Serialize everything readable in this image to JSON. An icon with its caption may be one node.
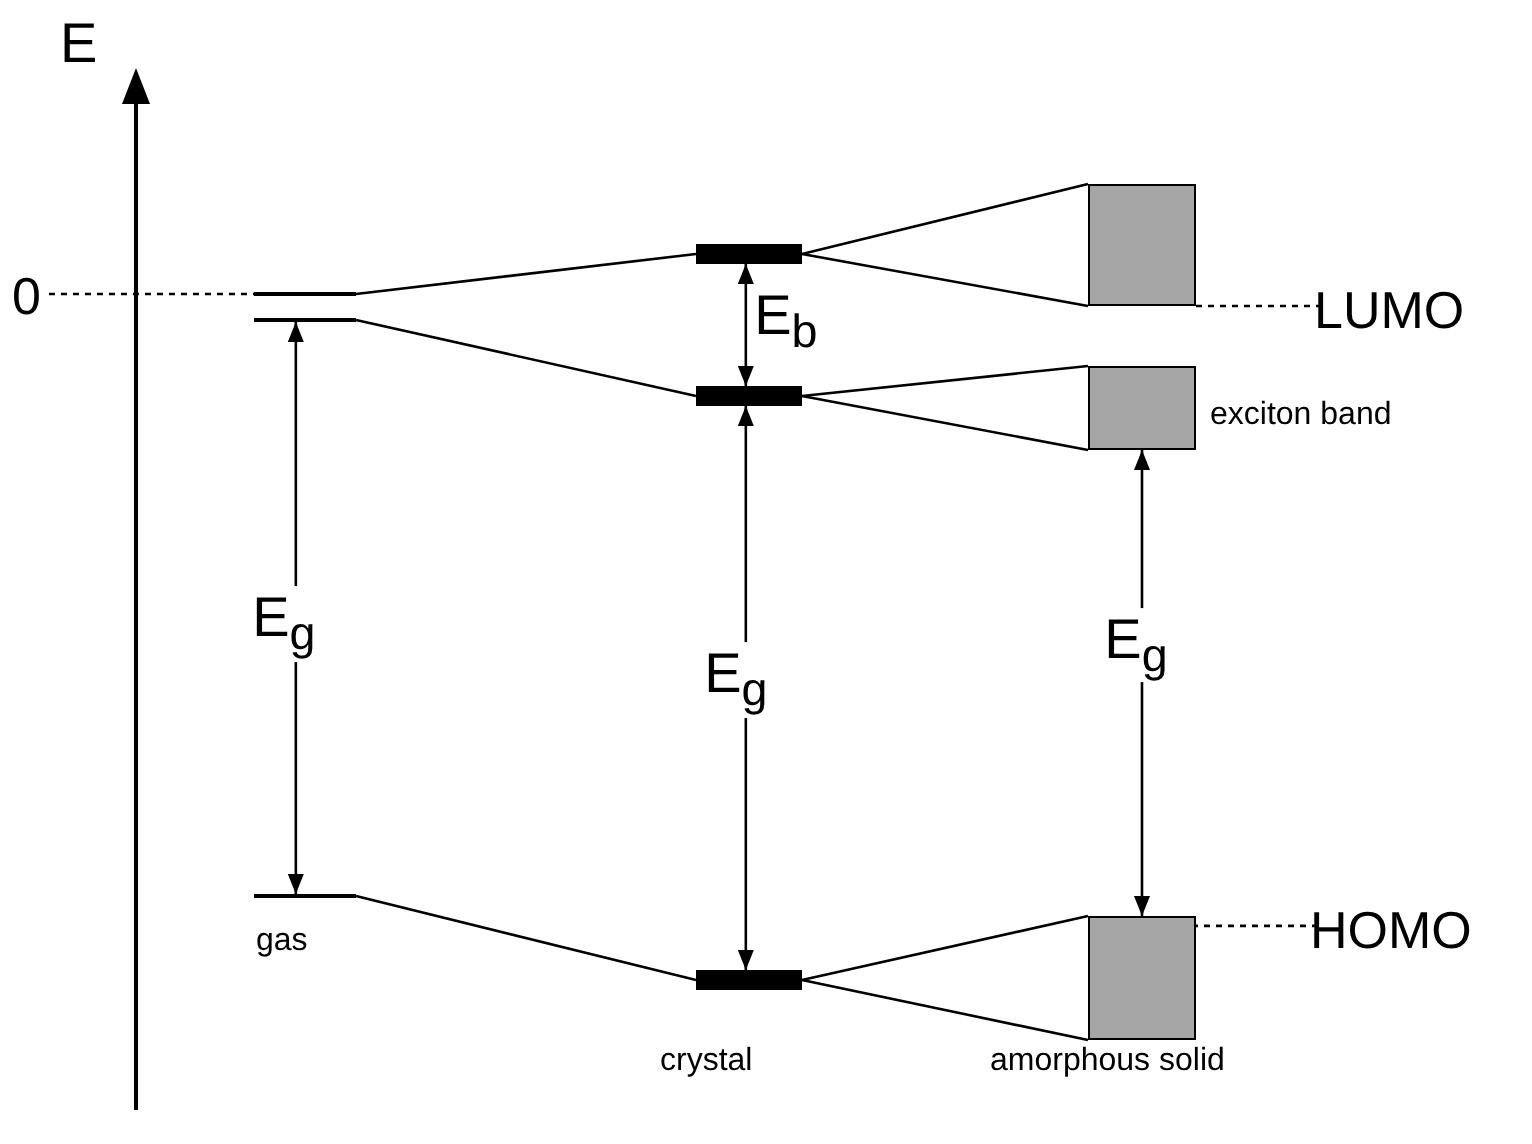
{
  "diagram": {
    "nodes": [
      {
        "text": [
          "0"
        ]
      },
      {
        "text": [],
        "shape": "bar"
      },
      {
        "text": [],
        "shape": "bar"
      },
      {
        "text": [],
        "shape": "bar"
      },
      {
        "text": [],
        "shape": "bar"
      },
      {
        "text": [],
        "shape": "bar"
      },
      {
        "text": [],
        "shape": "bar"
      },
      {
        "text": [],
        "shape": "box"
      },
      {
        "text": [],
        "shape": "box",
        "beside": [
          "exciton band"
        ]
      },
      {
        "text": [],
        "shape": "box"
      },
      {
        "text": [
          "LUMO"
        ]
      },
      {
        "text": [
          "HOMO"
        ]
      }
    ],
    "edges": [
      {
        "from": 0,
        "to": 1,
        "arrow": "none",
        "style": "dashed"
      },
      {
        "from": 1,
        "to": 4,
        "arrow": "none"
      },
      {
        "from": 2,
        "to": 5,
        "arrow": "none"
      },
      {
        "from": 3,
        "to": 6,
        "arrow": "none"
      },
      {
        "from": 4,
        "to": 7,
        "arrow": "none"
      },
      {
        "from": 4,
        "to": 7,
        "arrow": "none"
      },
      {
        "from": 5,
        "to": 8,
        "arrow": "none"
      },
      {
        "from": 5,
        "to": 8,
        "arrow": "none"
      },
      {
        "from": 6,
        "to": 9,
        "arrow": "none"
      },
      {
        "from": 6,
        "to": 9,
        "arrow": "none"
      },
      {
        "from": 2,
        "to": 3,
        "arrow": "both",
        "label": "E$_{g}$"
      },
      {
        "from": 4,
        "to": 5,
        "arrow": "both",
        "label": "E$_{b}$"
      },
      {
        "from": 5,
        "to": 6,
        "arrow": "both",
        "label": "E$_{g}$"
      },
      {
        "from": 8,
        "to": 9,
        "arrow": "both",
        "label": "E$_{g}$"
      },
      {
        "from": 10,
        "to": 7,
        "arrow": "none",
        "style": "dashed"
      },
      {
        "from": 11,
        "to": 9,
        "arrow": "none",
        "style": "dashed"
      }
    ],
    "labels": [
      "E",
      "gas",
      "crystal",
      "amorphous solid"
    ]
  }
}
